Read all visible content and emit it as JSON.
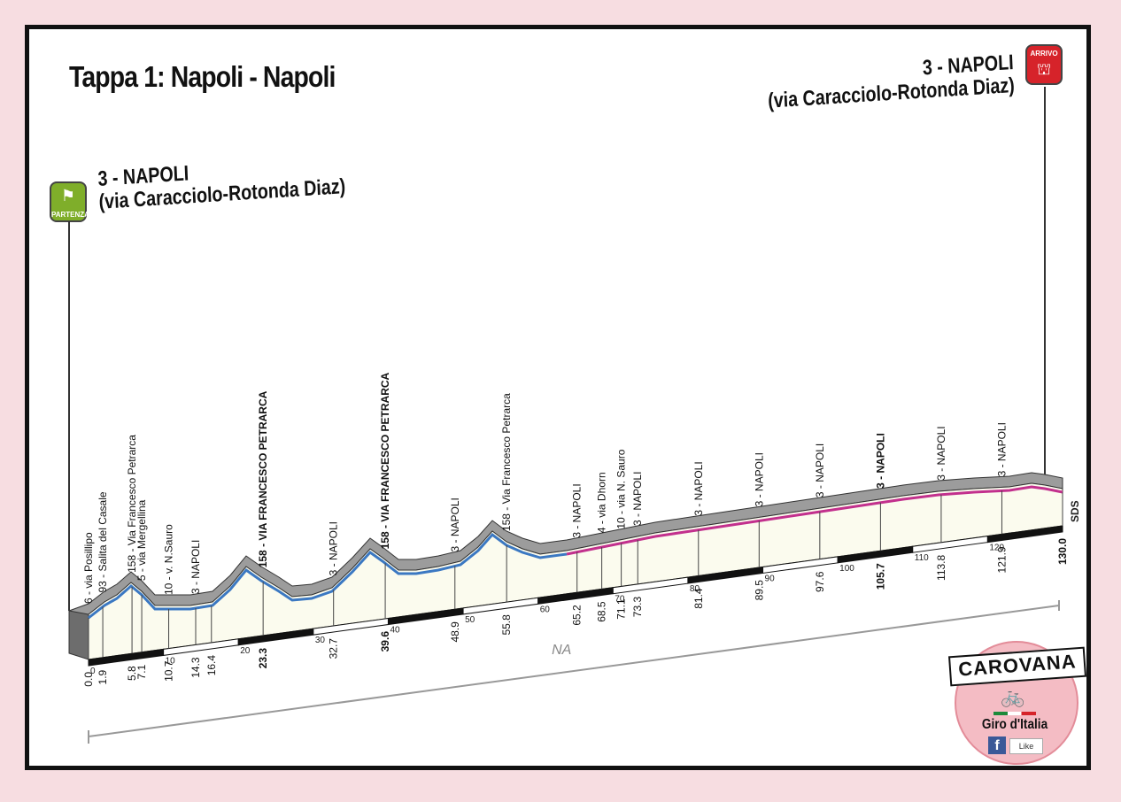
{
  "stage": {
    "title": "Tappa 1: Napoli - Napoli",
    "start": {
      "line1": "3 - NAPOLI",
      "line2": "(via Caracciolo-Rotonda Diaz)",
      "badge": "PARTENZA"
    },
    "finish": {
      "line1": "3 - NAPOLI",
      "line2": "(via Caracciolo-Rotonda Diaz)",
      "badge": "ARRIVO"
    }
  },
  "profile": {
    "total_km": 130.0,
    "axis_ticks": [
      "0",
      "10",
      "20",
      "30",
      "40",
      "50",
      "60",
      "70",
      "80",
      "90",
      "100",
      "110",
      "120"
    ],
    "province": "NA",
    "end_code": "SDS",
    "points": [
      {
        "km": "0.0",
        "label": "6 - via Posillipo",
        "bold": false,
        "val": 0.0
      },
      {
        "km": "1.9",
        "label": "93 - Salita del Casale",
        "bold": false,
        "val": 1.9
      },
      {
        "km": "5.8",
        "label": "158 - Via Francesco Petrarca",
        "bold": false,
        "val": 5.8
      },
      {
        "km": "7.1",
        "label": "5 - via Mergellina",
        "bold": false,
        "val": 7.1
      },
      {
        "km": "10.7",
        "label": "10 - v. N.Sauro",
        "bold": false,
        "val": 10.7
      },
      {
        "km": "14.3",
        "label": "3 - NAPOLI",
        "bold": false,
        "val": 14.3
      },
      {
        "km": "16.4",
        "label": "",
        "bold": false,
        "val": 16.4
      },
      {
        "km": "23.3",
        "label": "158 - VIA FRANCESCO PETRARCA",
        "bold": true,
        "val": 23.3
      },
      {
        "km": "32.7",
        "label": "3 - NAPOLI",
        "bold": false,
        "val": 32.7
      },
      {
        "km": "39.6",
        "label": "158 - VIA FRANCESCO PETRARCA",
        "bold": true,
        "val": 39.6
      },
      {
        "km": "48.9",
        "label": "3 - NAPOLI",
        "bold": false,
        "val": 48.9
      },
      {
        "km": "55.8",
        "label": "158 - Via Francesco Petrarca",
        "bold": false,
        "val": 55.8
      },
      {
        "km": "65.2",
        "label": "3 - NAPOLI",
        "bold": false,
        "val": 65.2
      },
      {
        "km": "68.5",
        "label": "4 - via Dhorn",
        "bold": false,
        "val": 68.5
      },
      {
        "km": "71.1",
        "label": "10 - via N. Sauro",
        "bold": false,
        "val": 71.1
      },
      {
        "km": "73.3",
        "label": "3 - NAPOLI",
        "bold": false,
        "val": 73.3
      },
      {
        "km": "81.4",
        "label": "3 - NAPOLI",
        "bold": false,
        "val": 81.4
      },
      {
        "km": "89.5",
        "label": "3 - NAPOLI",
        "bold": false,
        "val": 89.5
      },
      {
        "km": "97.6",
        "label": "3 - NAPOLI",
        "bold": false,
        "val": 97.6
      },
      {
        "km": "105.7",
        "label": "3 - NAPOLI",
        "bold": true,
        "val": 105.7
      },
      {
        "km": "113.8",
        "label": "3 - NAPOLI",
        "bold": false,
        "val": 113.8
      },
      {
        "km": "121.9",
        "label": "3 - NAPOLI",
        "bold": false,
        "val": 121.9
      },
      {
        "km": "130.0",
        "label": "",
        "bold": true,
        "val": 130.0
      }
    ],
    "colors": {
      "terrain_side": "#9c9c9c",
      "terrain_front": "#fbfbee",
      "road_blue": "#3b78c2",
      "road_pink": "#c2308d"
    }
  },
  "logo": {
    "banner": "CAROVANA",
    "name": "Giro d'Italia",
    "fb": "f",
    "like": "Like",
    "icon": "bicycle-icon"
  }
}
